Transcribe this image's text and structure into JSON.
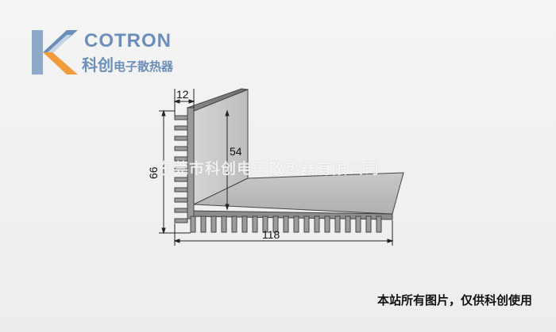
{
  "logo": {
    "brand": "COTRON",
    "sub_big": "科创",
    "sub_small": "电子散热器",
    "accent_color": "#6b8fb8",
    "orange_color": "#f29b3a"
  },
  "watermark": "东莞市科创电子散热器有限公司",
  "dimensions": {
    "fin_width": "12",
    "height": "66",
    "inner_height": "54",
    "length": "118"
  },
  "footer": {
    "copyright": "本站所有图片，仅供科创使用"
  }
}
